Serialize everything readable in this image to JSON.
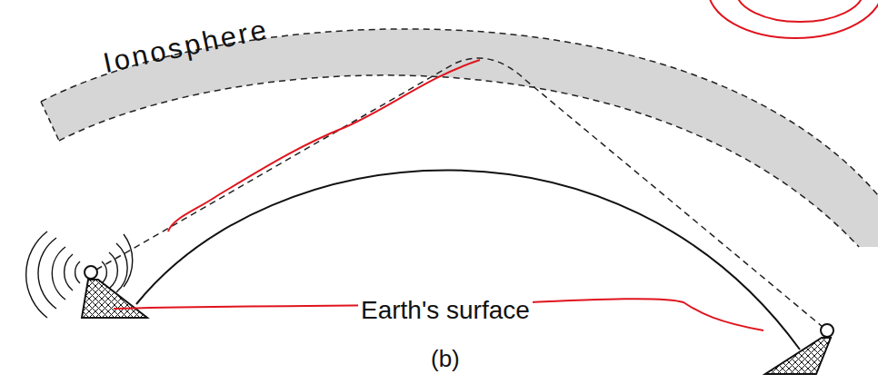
{
  "diagram": {
    "caption": "(b)",
    "nodes": [
      {
        "text": [
          "Ionosphere"
        ]
      }
    ],
    "labels": [
      "Earth's surface"
    ]
  }
}
